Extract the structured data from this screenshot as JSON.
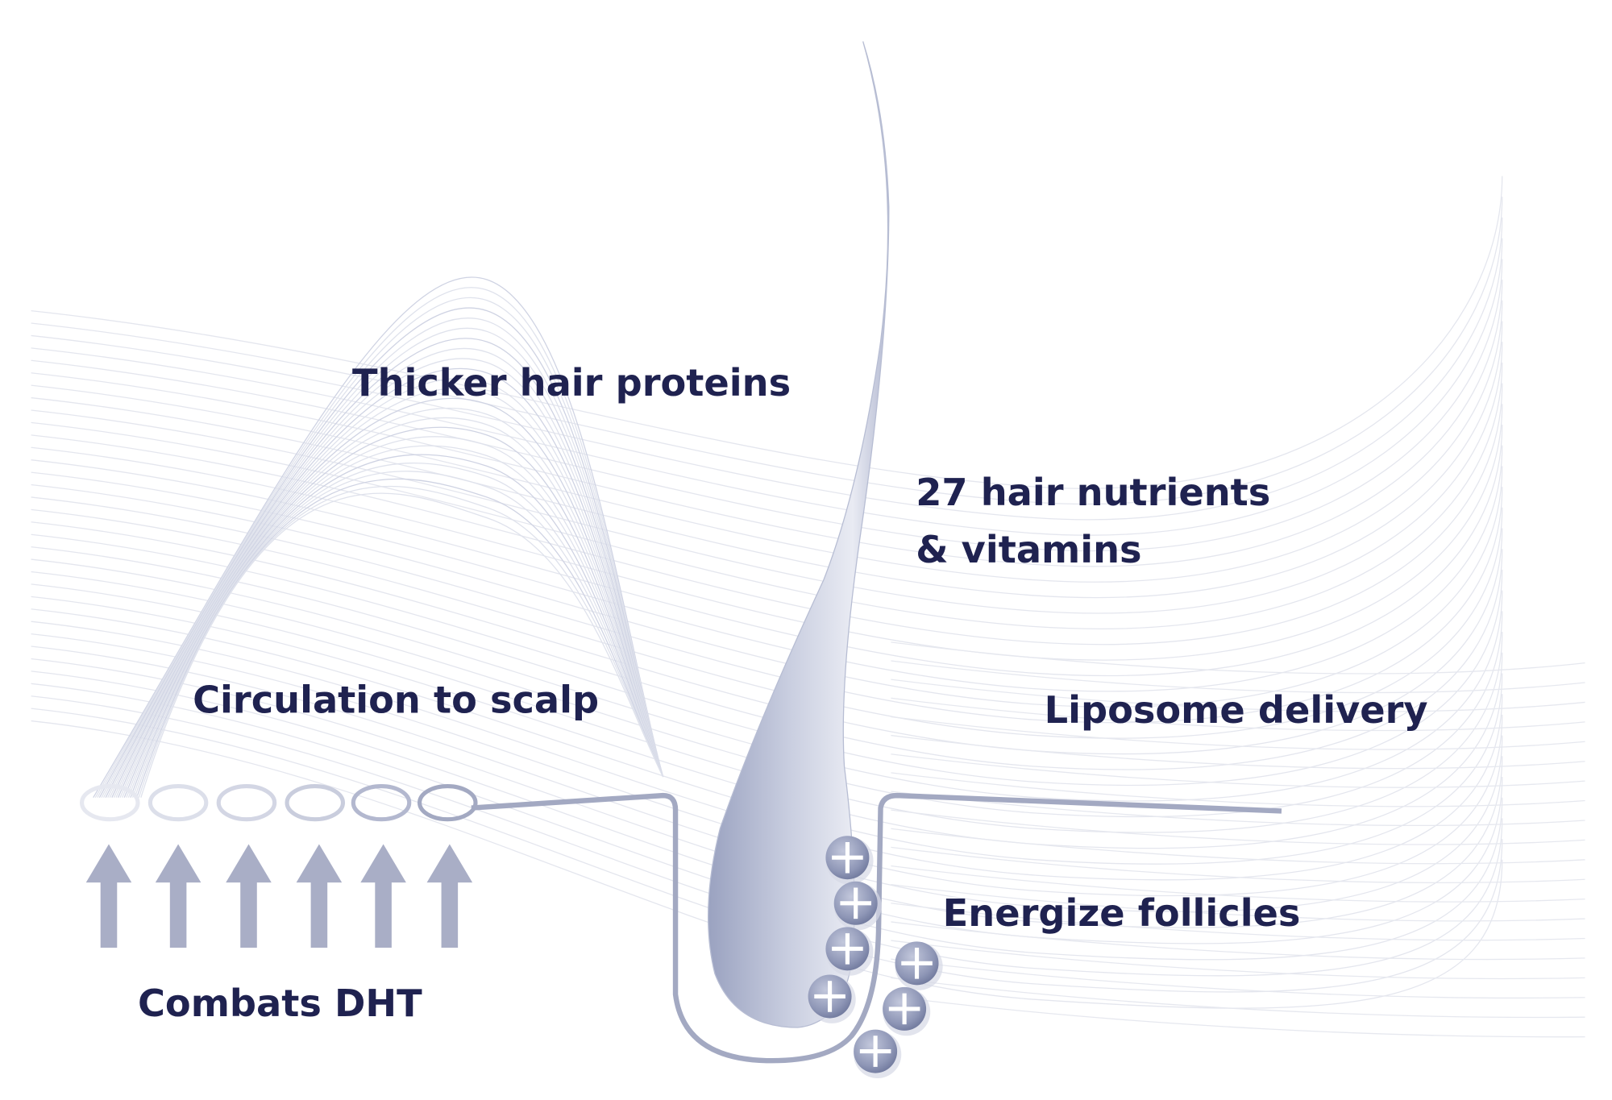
{
  "labels": {
    "thicker": "Thicker hair proteins",
    "nutrients_1": "27 hair nutrients",
    "nutrients_2": "& vitamins",
    "circulation": "Circulation to scalp",
    "liposome": "Liposome delivery",
    "energize": "Energize follicles",
    "dht": "Combats DHT"
  },
  "colors": {
    "text": "#1f2250",
    "hair": "#a9b0ca",
    "outline": "#a3a9c2",
    "arrow": "#a9aec6",
    "ball": "#8f97b8"
  }
}
